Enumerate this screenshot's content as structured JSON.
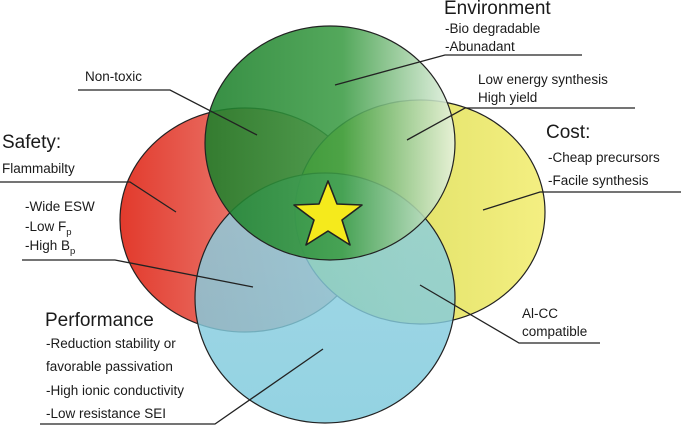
{
  "categories": {
    "environment": {
      "title": "Environment",
      "items": [
        "-Bio degradable",
        "-Abunadant"
      ],
      "color": "#1f8a2e"
    },
    "cost": {
      "title": "Cost:",
      "items": [
        "-Cheap precursors",
        "-Facile synthesis"
      ],
      "color": "#e8e06a"
    },
    "safety": {
      "title": "Safety:",
      "items": [
        "Flammabilty"
      ],
      "color": "#e34a3b"
    },
    "performance": {
      "title": "Performance",
      "items": [
        "-Reduction stability or",
        "favorable passivation",
        "-High ionic conductivity",
        "-Low resistance SEI"
      ],
      "color": "#79c9dc"
    }
  },
  "overlaps": {
    "non_toxic": "Non-toxic",
    "env_cost": [
      "Low energy synthesis",
      "High yield"
    ],
    "safety_perf": {
      "esw": "-Wide ESW",
      "fp": {
        "text": "-Low F",
        "sub": "p"
      },
      "bp": {
        "text": "-High B",
        "sub": "p"
      }
    },
    "cost_perf": [
      "Al-CC",
      "compatible"
    ]
  },
  "center": {
    "icon": "star-icon",
    "color": "#f5ea1c"
  }
}
